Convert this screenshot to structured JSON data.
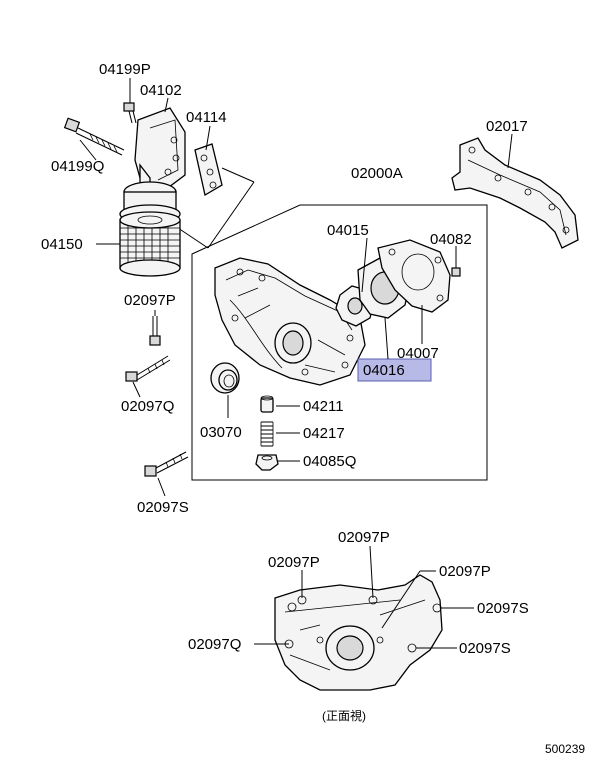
{
  "labels": {
    "p04199P": "04199P",
    "p04102": "04102",
    "p04114": "04114",
    "p04199Q": "04199Q",
    "p04150": "04150",
    "p02017": "02017",
    "p02000A": "02000A",
    "p04015": "04015",
    "p04082": "04082",
    "p02097P_a": "02097P",
    "p02097Q_a": "02097Q",
    "p04007": "04007",
    "p04016": "04016",
    "p04211": "04211",
    "p03070": "03070",
    "p04217": "04217",
    "p04085Q": "04085Q",
    "p02097S_a": "02097S",
    "p02097P_b": "02097P",
    "p02097P_c": "02097P",
    "p02097P_d": "02097P",
    "p02097S_b": "02097S",
    "p02097Q_b": "02097Q",
    "p02097S_c": "02097S"
  },
  "view_caption": "(正面視)",
  "diagram_number": "500239",
  "highlight": {
    "part": "04016",
    "color": "#b7b9e6"
  }
}
